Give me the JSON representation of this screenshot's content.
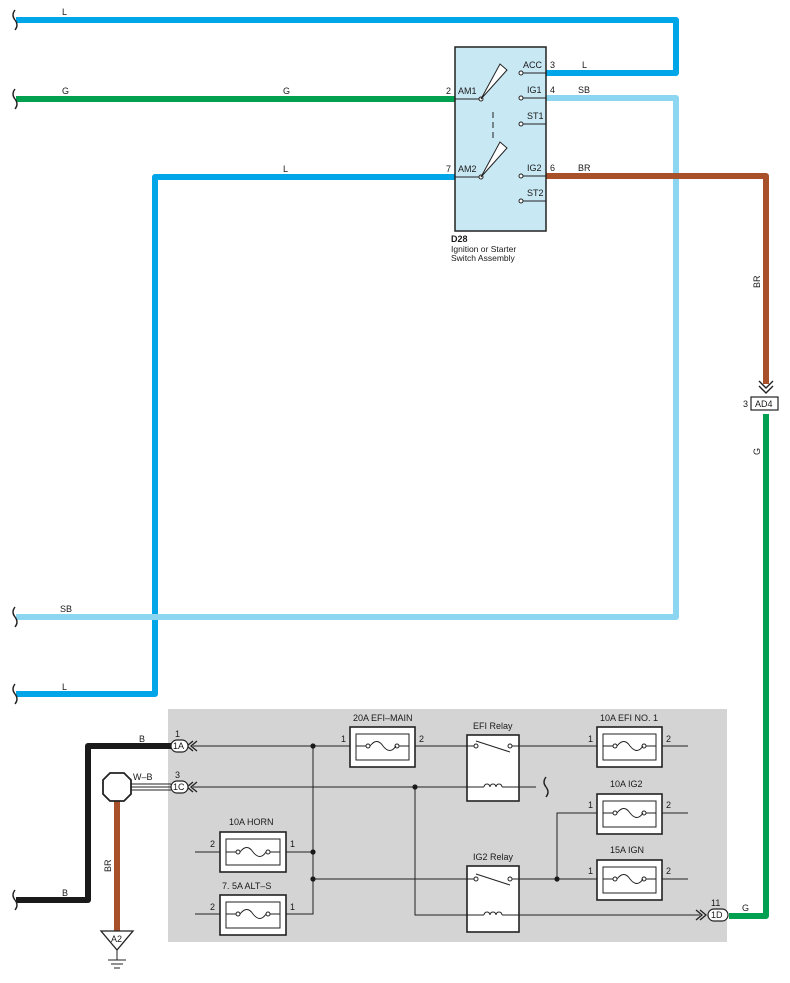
{
  "colors": {
    "L": "#00a6e8",
    "SB": "#8dd6f2",
    "G": "#00a050",
    "BR": "#a8502a",
    "B": "#1a1a1a",
    "switch_fill": "#c8e8f4",
    "junction_block_fill": "#d4d4d4"
  },
  "wires": {
    "top_L": "L",
    "g_left": "G",
    "g_mid": "G",
    "am2_L": "L",
    "acc_L": "L",
    "ig1_SB": "SB",
    "ig2_BR": "BR",
    "vertical_BR": "BR",
    "vertical_G": "G",
    "lower_SB": "SB",
    "lower_L": "L",
    "b_top": "B",
    "b_bottom": "B",
    "wb": "W–B",
    "br_ground": "BR",
    "g_1d": "G"
  },
  "switch": {
    "code": "D28",
    "name_line1": "Ignition or Starter",
    "name_line2": "Switch Assembly",
    "terminals": {
      "am1": "AM1",
      "am2": "AM2",
      "acc": "ACC",
      "ig1": "IG1",
      "st1": "ST1",
      "ig2": "IG2",
      "st2": "ST2"
    },
    "pins": {
      "am1": "2",
      "am2": "7",
      "acc": "3",
      "ig1": "4",
      "ig2": "6"
    }
  },
  "connectors": {
    "ad4_code": "AD4",
    "ad4_pin": "3",
    "c1a_code": "1A",
    "c1a_pin": "1",
    "c1c_code": "1C",
    "c1c_pin": "3",
    "c1d_code": "1D",
    "c1d_pin": "11",
    "ground_code": "A2"
  },
  "fuses": {
    "efi_main": {
      "label": "20A EFI–MAIN",
      "pin_left": "1",
      "pin_right": "2"
    },
    "efi_no1": {
      "label": "10A EFI NO. 1",
      "pin_left": "1",
      "pin_right": "2"
    },
    "ig2": {
      "label": "10A IG2",
      "pin_left": "1",
      "pin_right": "2"
    },
    "ign": {
      "label": "15A IGN",
      "pin_left": "1",
      "pin_right": "2"
    },
    "horn": {
      "label": "10A HORN",
      "pin_left": "2",
      "pin_right": "1"
    },
    "alt_s": {
      "label": "7. 5A ALT–S",
      "pin_left": "2",
      "pin_right": "1"
    }
  },
  "relays": {
    "efi": "EFI Relay",
    "ig2": "IG2 Relay"
  }
}
